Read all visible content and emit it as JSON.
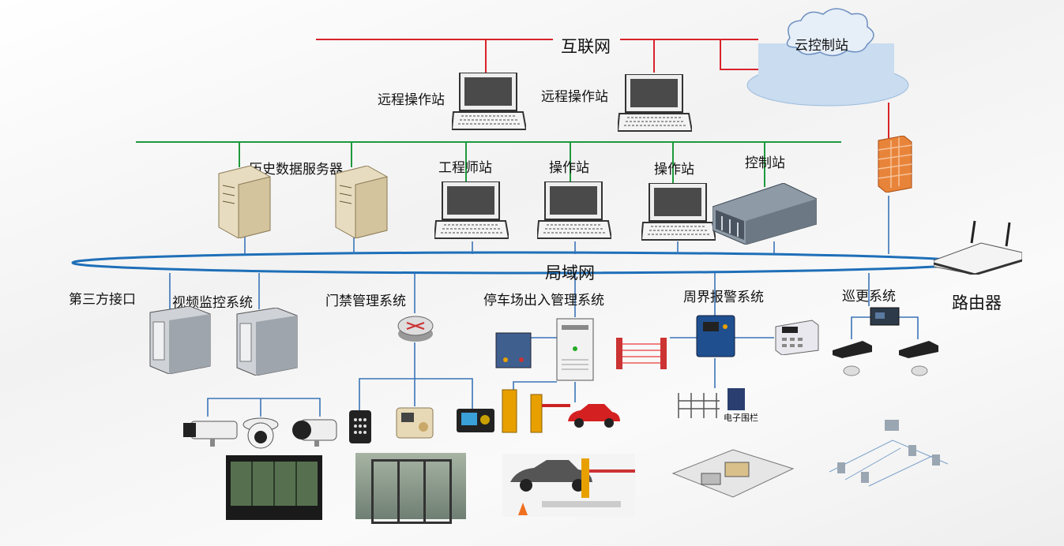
{
  "labels": {
    "internet": "互联网",
    "cloud_station": "云控制站",
    "remote_station_1": "远程操作站",
    "remote_station_2": "远程操作站",
    "history_server": "历史数据服务器",
    "engineer_station": "工程师站",
    "operator_station_1": "操作站",
    "operator_station_2": "操作站",
    "control_station": "控制站",
    "lan": "局域网",
    "router": "路由器",
    "third_party": "第三方接口",
    "video_system": "视频监控系统",
    "access_system": "门禁管理系统",
    "parking_system": "停车场出入管理系统",
    "perimeter_system": "周界报警系统",
    "patrol_system": "巡更系统",
    "fence_caption": "电子围栏"
  },
  "colors": {
    "internet_line": "#d9232a",
    "control_net_line": "#1e9a3c",
    "lan_ring": "#1e6fb8",
    "device_line": "#3a74b8",
    "cloud_fill": "#c9dcf0"
  }
}
